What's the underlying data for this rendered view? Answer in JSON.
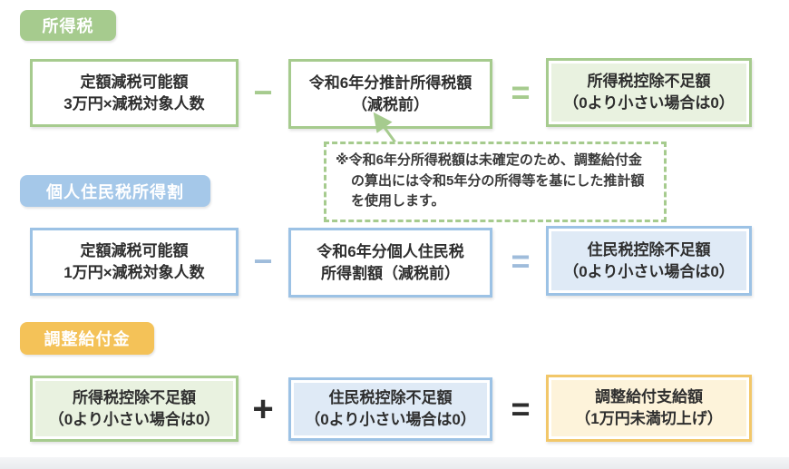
{
  "colors": {
    "green": "#a6cb8e",
    "green_fill": "#e9f2e0",
    "blue_label": "#a5c8e9",
    "blue_border": "#9cc2e5",
    "blue_fill": "#dfeaf6",
    "yellow_label": "#f4c258",
    "yellow_border": "#f2c769",
    "yellow_fill": "#fdf3da",
    "text": "#2e2e2e"
  },
  "sections": [
    {
      "label": "所得税",
      "operators": {
        "op1": "−",
        "op2": "="
      },
      "boxes": [
        {
          "line1": "定額減税可能額",
          "line2": "3万円×減税対象人数"
        },
        {
          "line1": "令和6年分推計所得税額",
          "line2": "（減税前）"
        },
        {
          "line1": "所得税控除不足額",
          "line2": "（0より小さい場合は0）"
        }
      ]
    },
    {
      "label": "個人住民税所得割",
      "operators": {
        "op1": "−",
        "op2": "="
      },
      "boxes": [
        {
          "line1": "定額減税可能額",
          "line2": "1万円×減税対象人数"
        },
        {
          "line1": "令和6年分個人住民税",
          "line2": "所得割額（減税前）"
        },
        {
          "line1": "住民税控除不足額",
          "line2": "（0より小さい場合は0）"
        }
      ]
    },
    {
      "label": "調整給付金",
      "operators": {
        "op1": "+",
        "op2": "="
      },
      "boxes": [
        {
          "line1": "所得税控除不足額",
          "line2": "（0より小さい場合は0）"
        },
        {
          "line1": "住民税控除不足額",
          "line2": "（0より小さい場合は0）"
        },
        {
          "line1": "調整給付支給額",
          "line2": "（1万円未満切上げ）"
        }
      ]
    }
  ],
  "note": {
    "lines": [
      "※令和6年分所得税額は未確定のため、調整給付金",
      "の算出には令和5年分の所得等を基にした推計額",
      "を使用します。"
    ]
  }
}
